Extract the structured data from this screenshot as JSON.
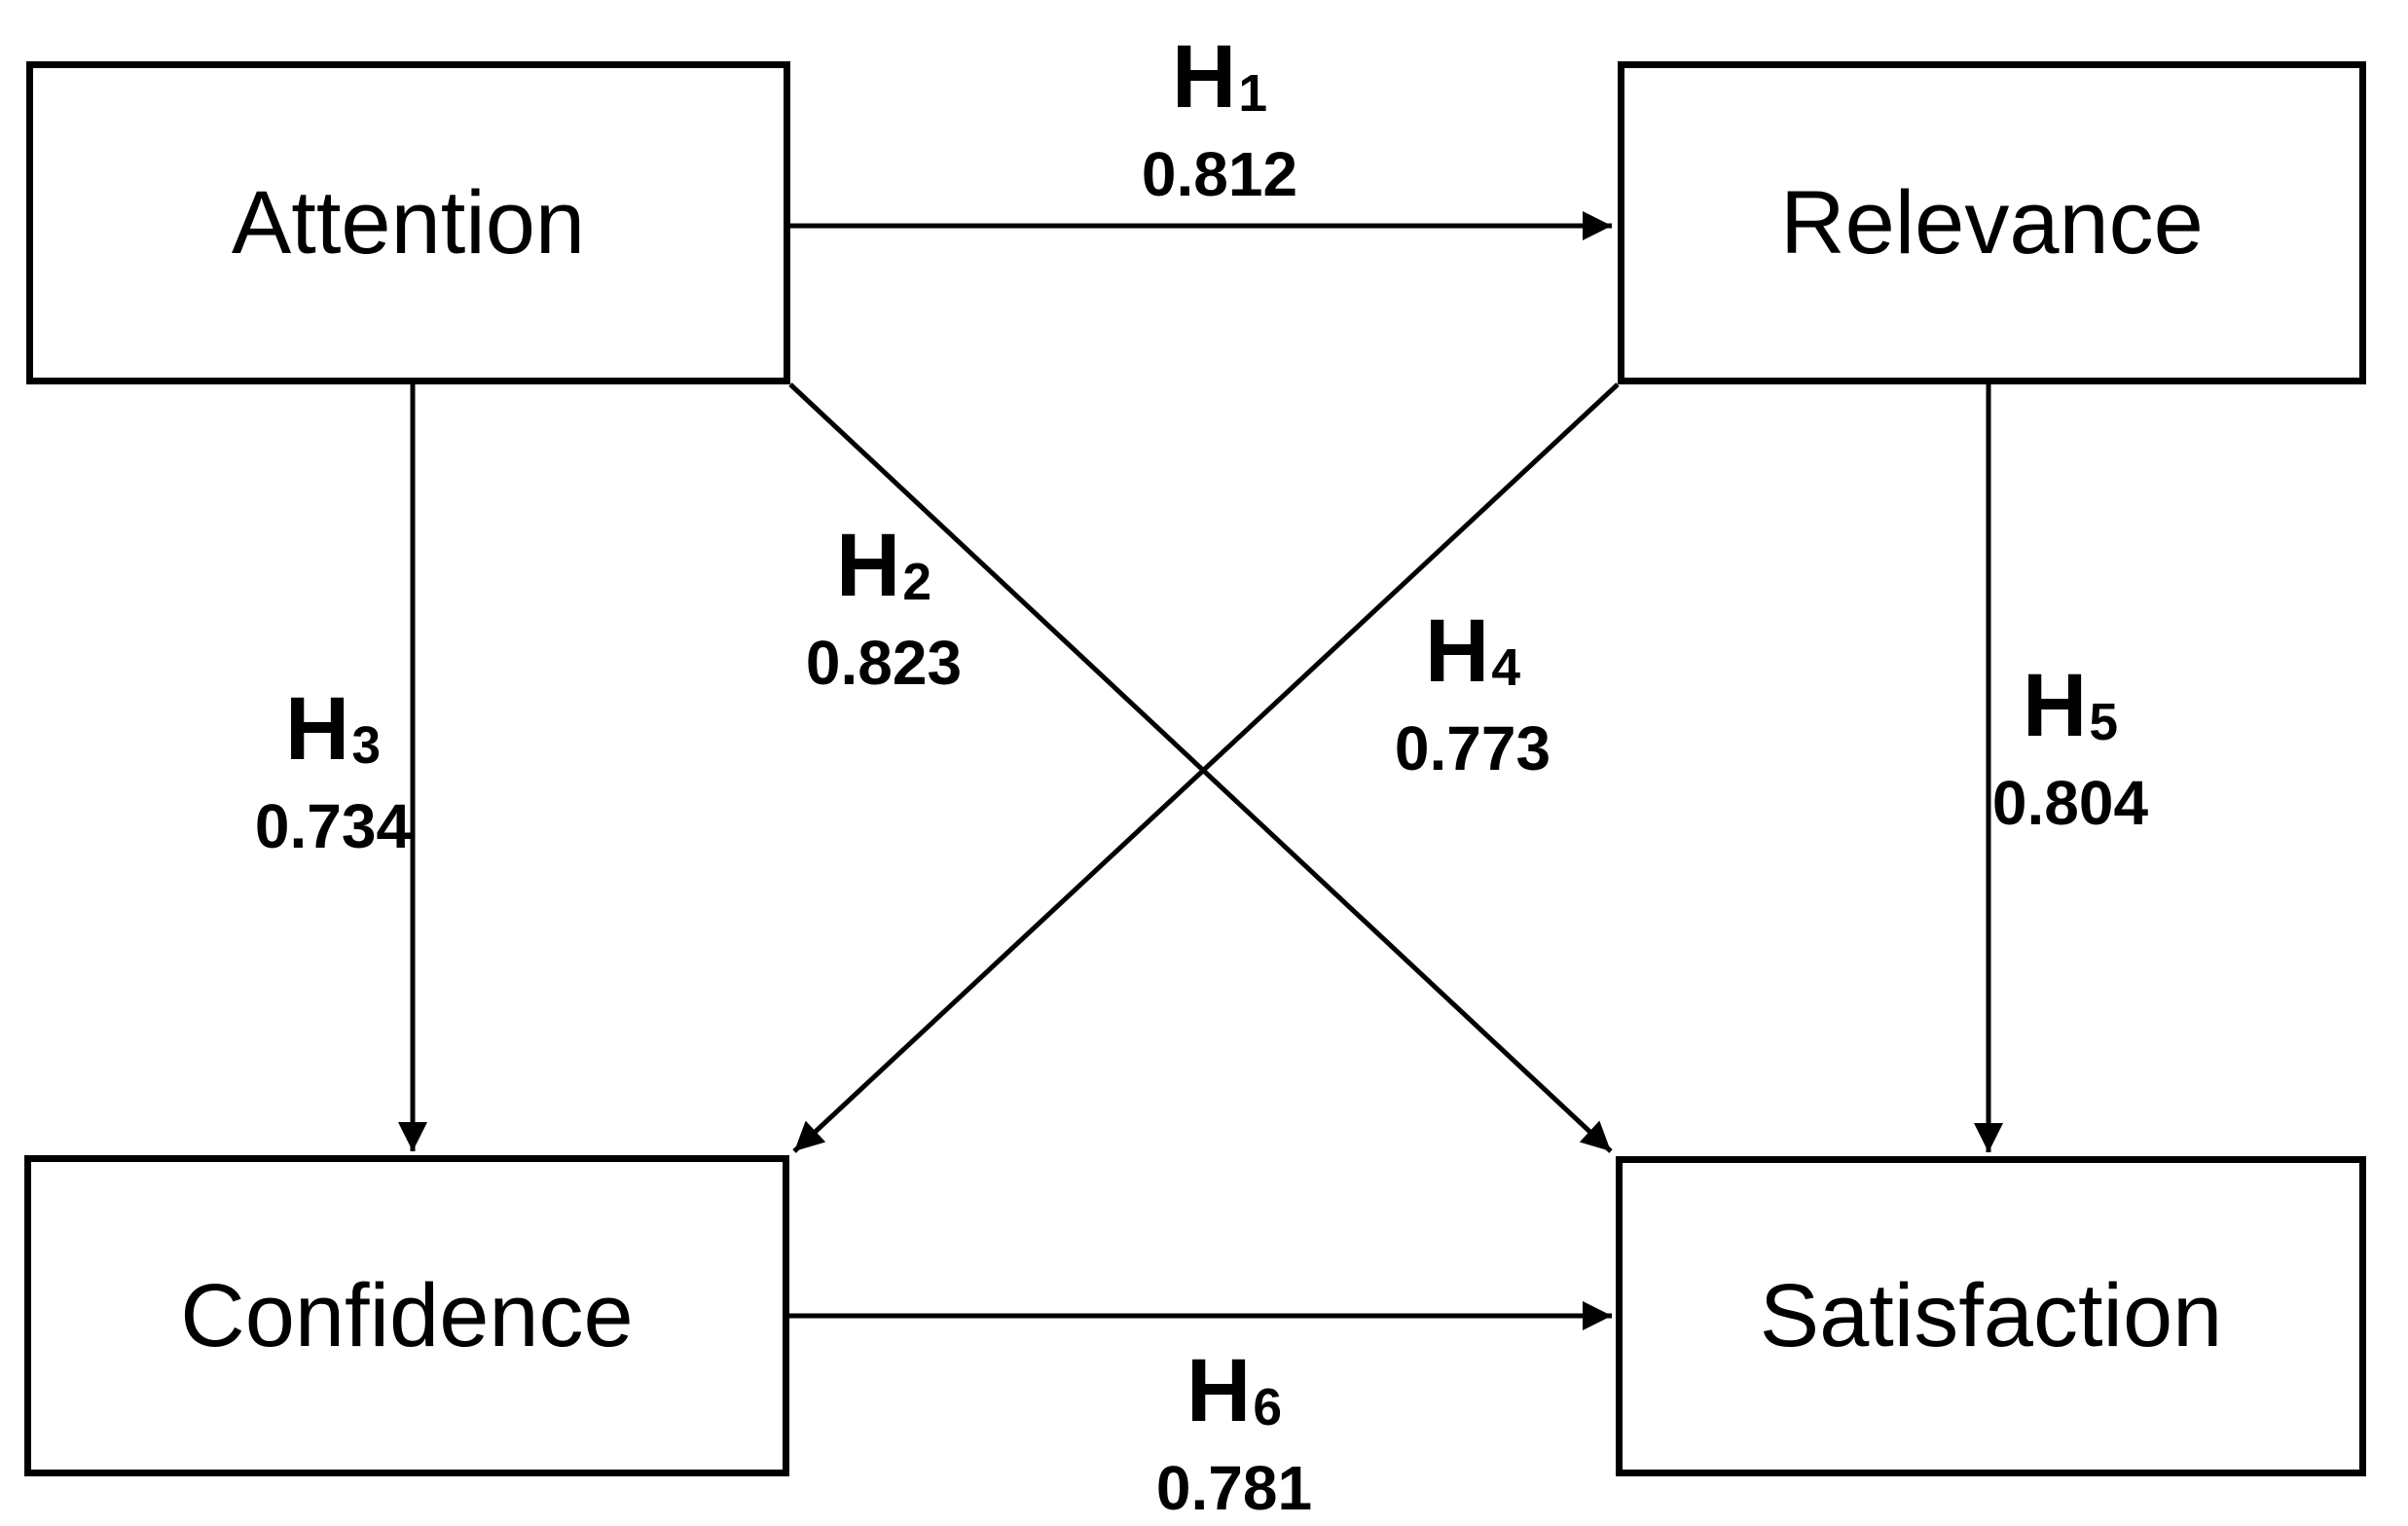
{
  "diagram": {
    "background_color": "#ffffff",
    "line_color": "#000000",
    "nodes": [
      {
        "id": "attention",
        "label": "Attention"
      },
      {
        "id": "relevance",
        "label": "Relevance"
      },
      {
        "id": "confidence",
        "label": "Confidence"
      },
      {
        "id": "satisfaction",
        "label": "Satisfaction"
      }
    ],
    "edges": [
      {
        "id": "h1",
        "name": "H",
        "sub": "1",
        "value": "0.812",
        "from": "Attention",
        "to": "Relevance"
      },
      {
        "id": "h2",
        "name": "H",
        "sub": "2",
        "value": "0.823",
        "from": "Attention",
        "to": "Satisfaction"
      },
      {
        "id": "h3",
        "name": "H",
        "sub": "3",
        "value": "0.734",
        "from": "Attention",
        "to": "Confidence"
      },
      {
        "id": "h4",
        "name": "H",
        "sub": "4",
        "value": "0.773",
        "from": "Relevance",
        "to": "Confidence"
      },
      {
        "id": "h5",
        "name": "H",
        "sub": "5",
        "value": "0.804",
        "from": "Relevance",
        "to": "Satisfaction"
      },
      {
        "id": "h6",
        "name": "H",
        "sub": "6",
        "value": "0.781",
        "from": "Confidence",
        "to": "Satisfaction"
      }
    ]
  }
}
